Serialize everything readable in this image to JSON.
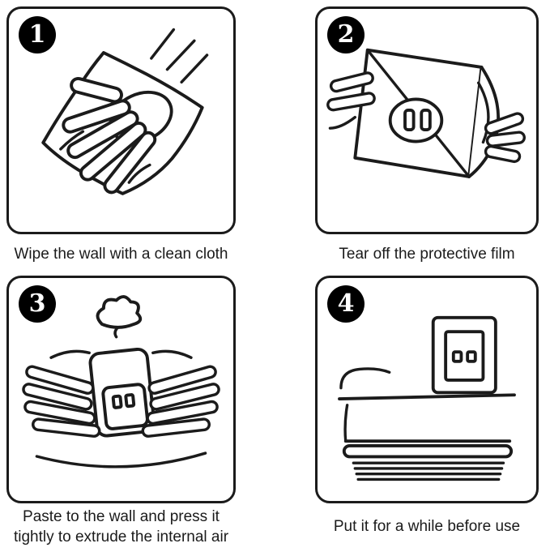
{
  "steps": [
    {
      "number": "1",
      "caption": "Wipe the wall with a clean cloth"
    },
    {
      "number": "2",
      "caption": "Tear off the protective film"
    },
    {
      "number": "3",
      "caption": "Paste to the wall and press it tightly to extrude the internal air"
    },
    {
      "number": "4",
      "caption": "Put it for a while before use"
    }
  ],
  "colors": {
    "line": "#1b1b1b",
    "badge_bg": "#000000",
    "badge_text": "#ffffff",
    "background": "#ffffff"
  }
}
